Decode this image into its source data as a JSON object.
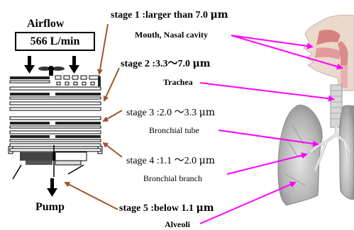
{
  "impactor": {
    "airflow_label": "Airflow",
    "flow_rate": "566 L/min",
    "pump_label": "Pump"
  },
  "stages": [
    {
      "name": "stage 1",
      "range": ":larger than 7.0",
      "unit": "μm",
      "region": "Mouth, Nasal cavity"
    },
    {
      "name": "stage 2",
      "range": ":3.3〜7.0",
      "unit": "μm",
      "region": "Trachea"
    },
    {
      "name": "stage 3",
      "range": ":2.0 〜3.3",
      "unit": "μm",
      "region": "Bronchial tube"
    },
    {
      "name": "stage 4",
      "range": ":1.1 〜2.0",
      "unit": "μm",
      "region": "Bronchial branch"
    },
    {
      "name": "stage 5",
      "range": ":below 1.1",
      "unit": "μm",
      "region": "Alveoli"
    }
  ],
  "colors": {
    "stage_arrow": "#a0522d",
    "region_arrow": "#ff00ff",
    "plate_dark": "#222222",
    "lung_gray": "#a9a9a9",
    "head_pink": "#e8a0a0",
    "head_skin": "#ead9cc"
  },
  "icons": [
    "down-arrow-icon",
    "fan-icon"
  ]
}
